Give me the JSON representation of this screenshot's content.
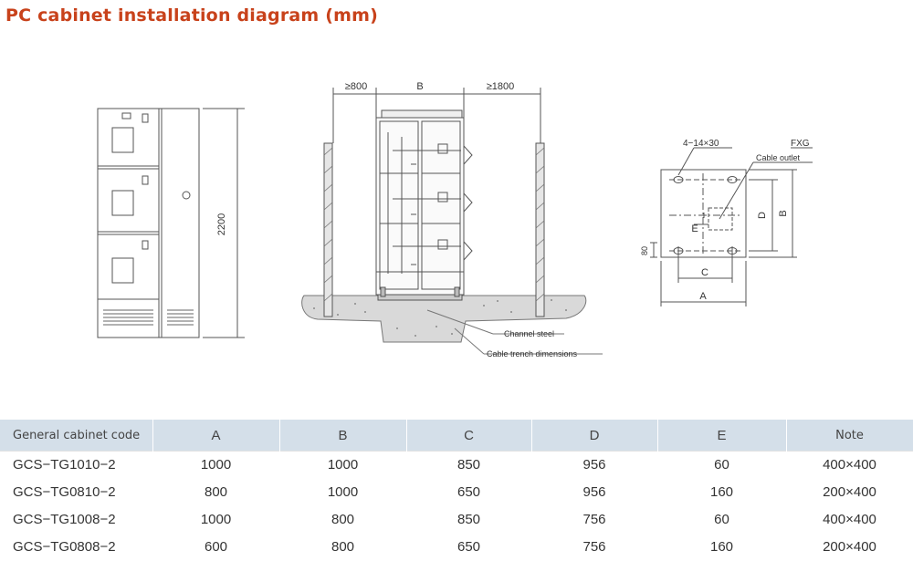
{
  "title": "PC cabinet installation diagram (mm)",
  "front_view": {
    "height_label": "2200"
  },
  "side_view": {
    "left_clearance": "≥800",
    "width_label": "B",
    "right_clearance": "≥1800",
    "channel_steel": "Channel steel",
    "trench": "Cable trench dimensions"
  },
  "plan_view": {
    "holes": "4−14×30",
    "fxg": "FXG",
    "outlet": "Cable outlet",
    "dim_d": "D",
    "dim_b": "B",
    "dim_e": "E",
    "dim_80": "80",
    "dim_c": "C",
    "dim_a": "A"
  },
  "table": {
    "headers": [
      "General cabinet code",
      "A",
      "B",
      "C",
      "D",
      "E",
      "Note"
    ],
    "rows": [
      [
        "GCS−TG1010−2",
        "1000",
        "1000",
        "850",
        "956",
        "60",
        "400×400"
      ],
      [
        "GCS−TG0810−2",
        "800",
        "1000",
        "650",
        "956",
        "160",
        "200×400"
      ],
      [
        "GCS−TG1008−2",
        "1000",
        "800",
        "850",
        "756",
        "60",
        "400×400"
      ],
      [
        "GCS−TG0808−2",
        "600",
        "800",
        "650",
        "756",
        "160",
        "200×400"
      ]
    ]
  }
}
